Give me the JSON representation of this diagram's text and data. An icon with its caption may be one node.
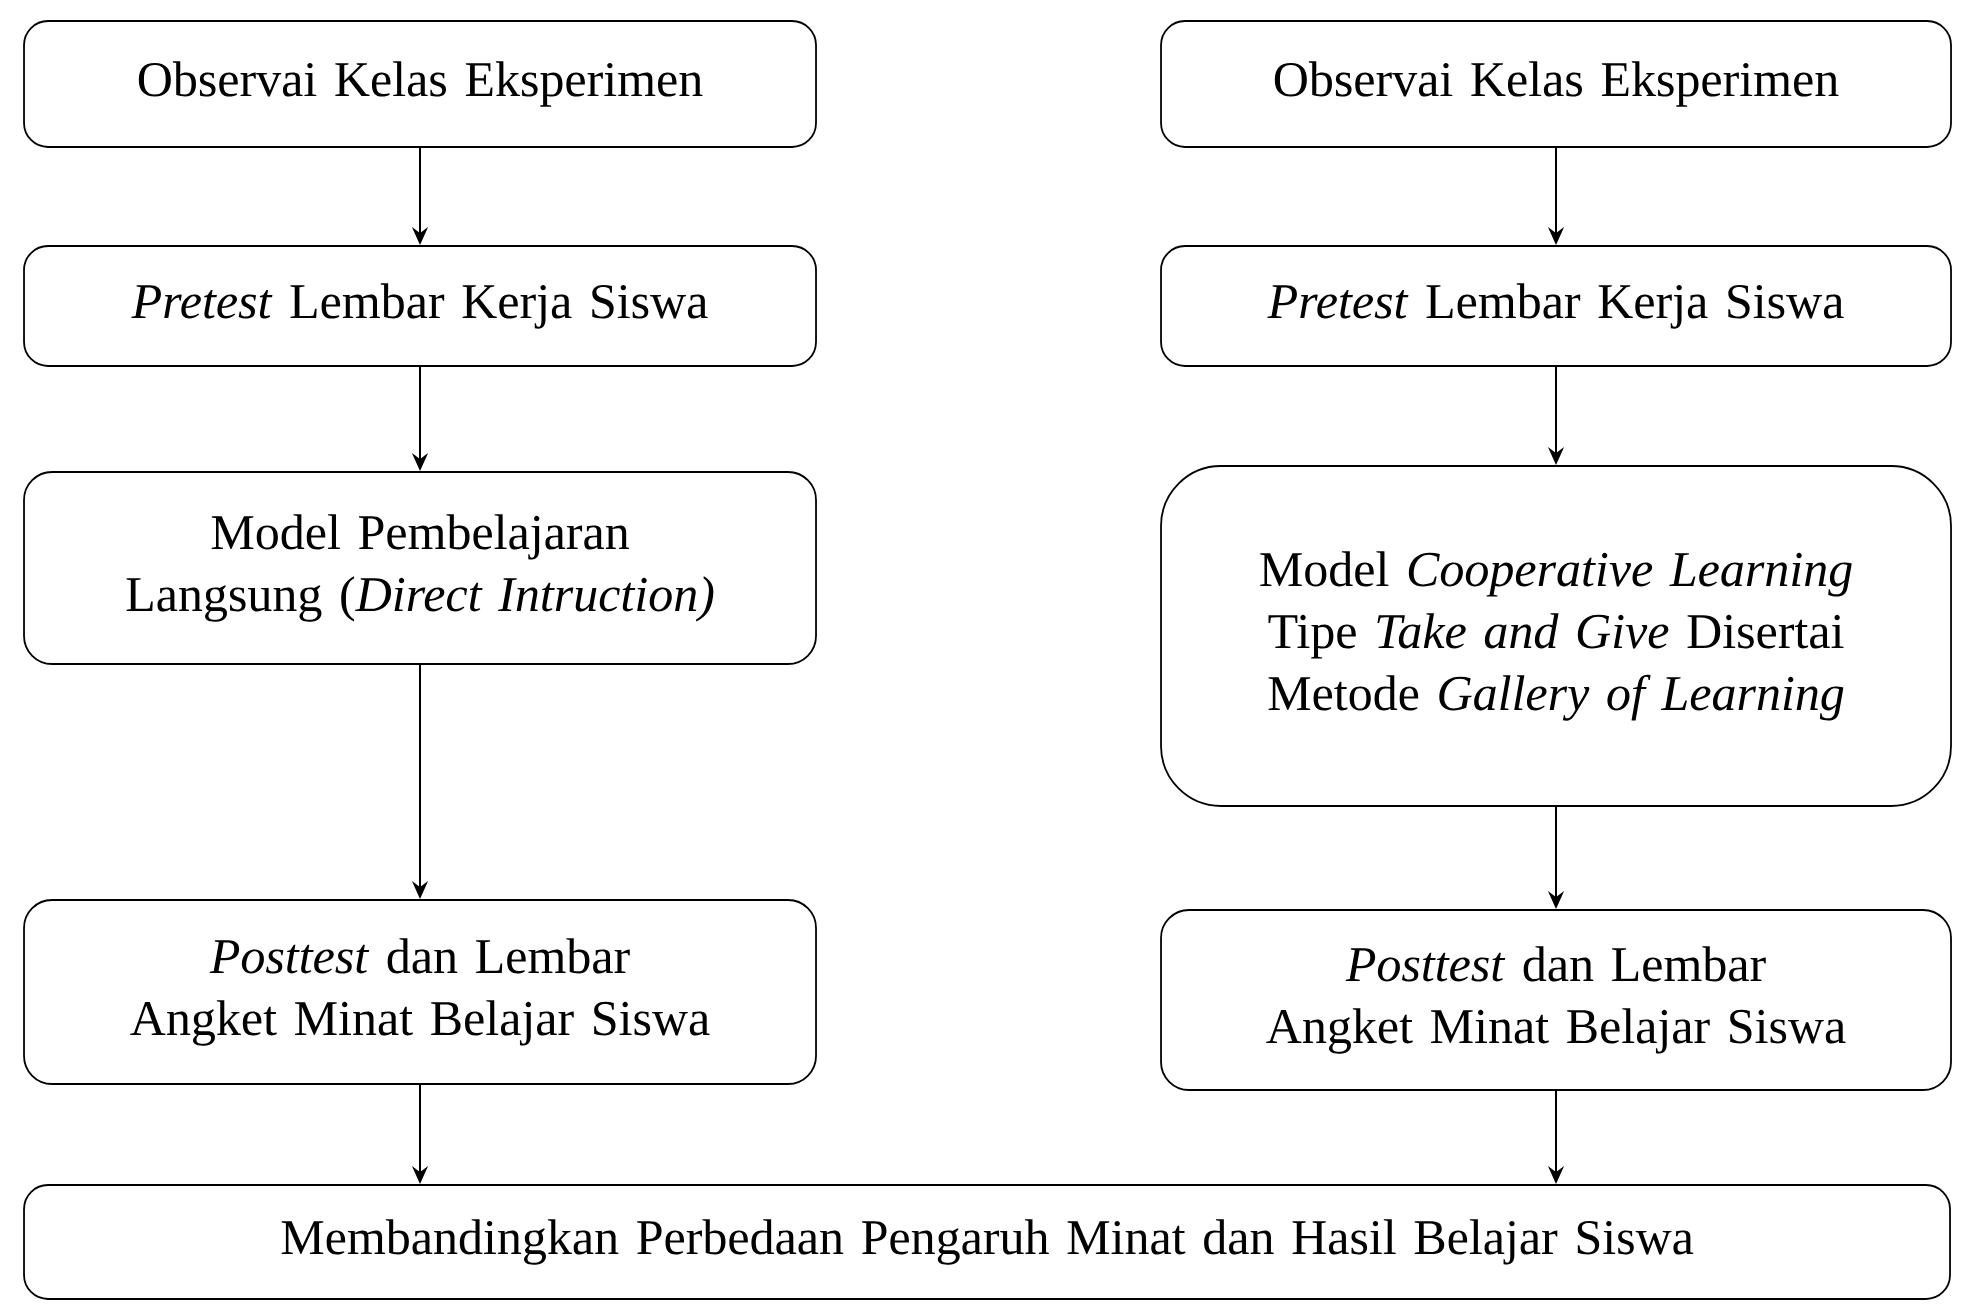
{
  "diagram": {
    "nodes": [
      {
        "text": [
          "Observai Kelas Eksperimen"
        ]
      },
      {
        "text": [
          "*Pretest* Lembar Kerja Siswa"
        ]
      },
      {
        "text": [
          "Model Pembelajaran Langsung (*Direct Intruction)*"
        ]
      },
      {
        "text": [
          "*Posttest* dan Lembar Angket Minat Belajar Siswa"
        ]
      },
      {
        "text": [
          "Observai Kelas Eksperimen"
        ]
      },
      {
        "text": [
          "*Pretest* Lembar Kerja Siswa"
        ]
      },
      {
        "text": [
          "Model *Cooperative Learning* Tipe *Take and Give* Disertai Metode *Gallery of Learning*"
        ]
      },
      {
        "text": [
          "*Posttest* dan Lembar Angket Minat Belajar Siswa"
        ]
      },
      {
        "text": [
          "Membandingkan Perbedaan Pengaruh Minat dan Hasil Belajar Siswa"
        ]
      }
    ],
    "edges": [
      {
        "from": 0,
        "to": 1,
        "arrow": "to"
      },
      {
        "from": 1,
        "to": 2,
        "arrow": "to"
      },
      {
        "from": 2,
        "to": 3,
        "arrow": "to"
      },
      {
        "from": 3,
        "to": 8,
        "arrow": "to"
      },
      {
        "from": 4,
        "to": 5,
        "arrow": "to"
      },
      {
        "from": 5,
        "to": 6,
        "arrow": "to"
      },
      {
        "from": 6,
        "to": 7,
        "arrow": "to"
      },
      {
        "from": 7,
        "to": 8,
        "arrow": "to"
      }
    ]
  }
}
